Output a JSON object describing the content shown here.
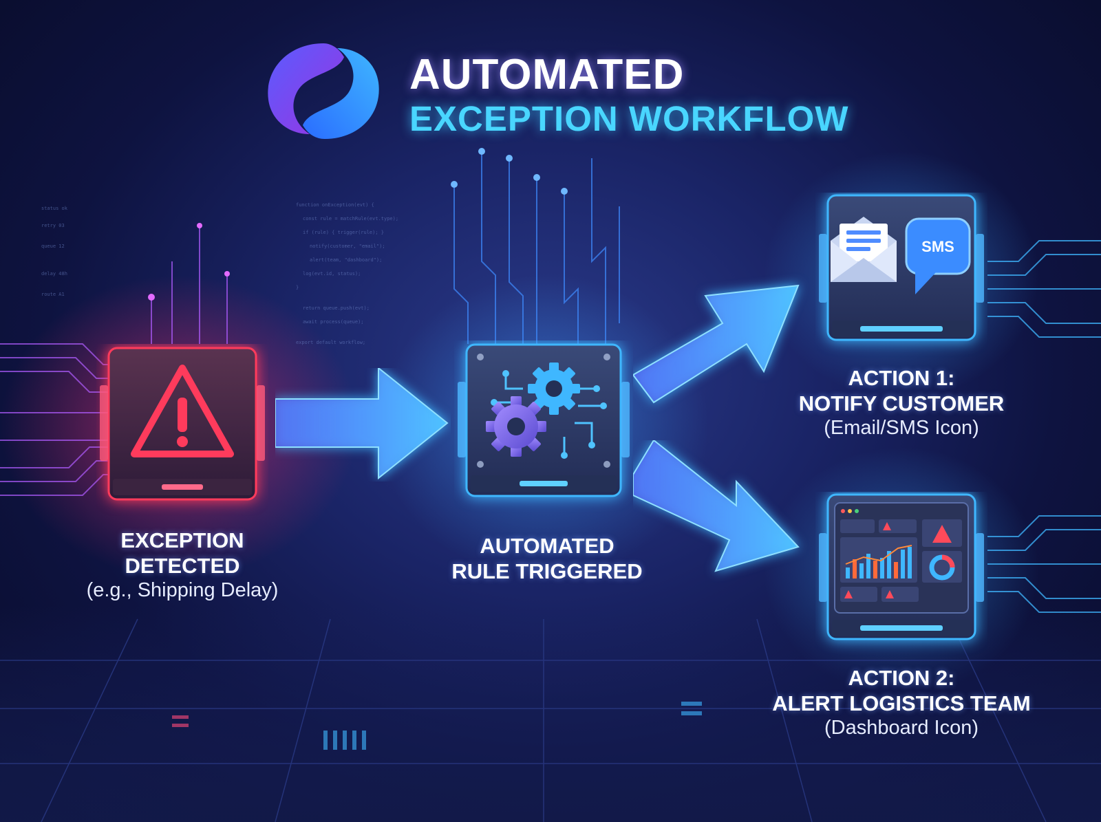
{
  "title": {
    "line1": "AUTOMATED",
    "line2": "EXCEPTION WORKFLOW"
  },
  "colors": {
    "alert_red": "#ff3b5c",
    "accent_blue": "#3fb7ff",
    "title_cyan": "#49d6ff",
    "logo_purple": "#7b3fe4"
  },
  "icons": {
    "logo": "swirl-logo-icon",
    "exception": "warning-triangle-icon",
    "rule": "gears-circuit-icon",
    "notify": "email-sms-icon",
    "alert": "dashboard-icon"
  },
  "steps": {
    "exception": {
      "line1": "EXCEPTION",
      "line2": "DETECTED",
      "sub": "(e.g., Shipping Delay)"
    },
    "rule": {
      "line1": "AUTOMATED",
      "line2": "RULE TRIGGERED"
    },
    "action1": {
      "line1": "ACTION 1:",
      "line2": "NOTIFY CUSTOMER",
      "sub": "(Email/SMS Icon)",
      "sms_text": "SMS"
    },
    "action2": {
      "line1": "ACTION 2:",
      "line2": "ALERT LOGISTICS TEAM",
      "sub": "(Dashboard Icon)"
    }
  }
}
